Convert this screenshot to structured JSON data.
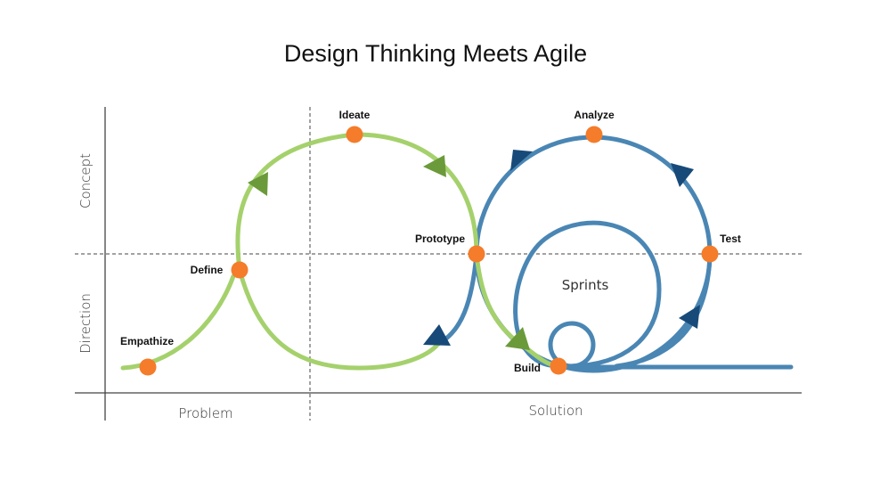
{
  "title": "Design Thinking Meets Agile",
  "axes": {
    "y_upper": "Concept",
    "y_lower": "Direction",
    "x_left": "Problem",
    "x_right": "Solution"
  },
  "center_label": "Sprints",
  "nodes": [
    {
      "id": "empathize",
      "label": "Empathize"
    },
    {
      "id": "define",
      "label": "Define"
    },
    {
      "id": "ideate",
      "label": "Ideate"
    },
    {
      "id": "prototype",
      "label": "Prototype"
    },
    {
      "id": "analyze",
      "label": "Analyze"
    },
    {
      "id": "test",
      "label": "Test"
    },
    {
      "id": "build",
      "label": "Build"
    }
  ],
  "colors": {
    "design_thinking": "#a5d16c",
    "agile": "#4a86b4",
    "node": "#f47c2a",
    "arrow_green": "#6b9a3a",
    "arrow_blue": "#174a78",
    "axis": "#444444"
  }
}
